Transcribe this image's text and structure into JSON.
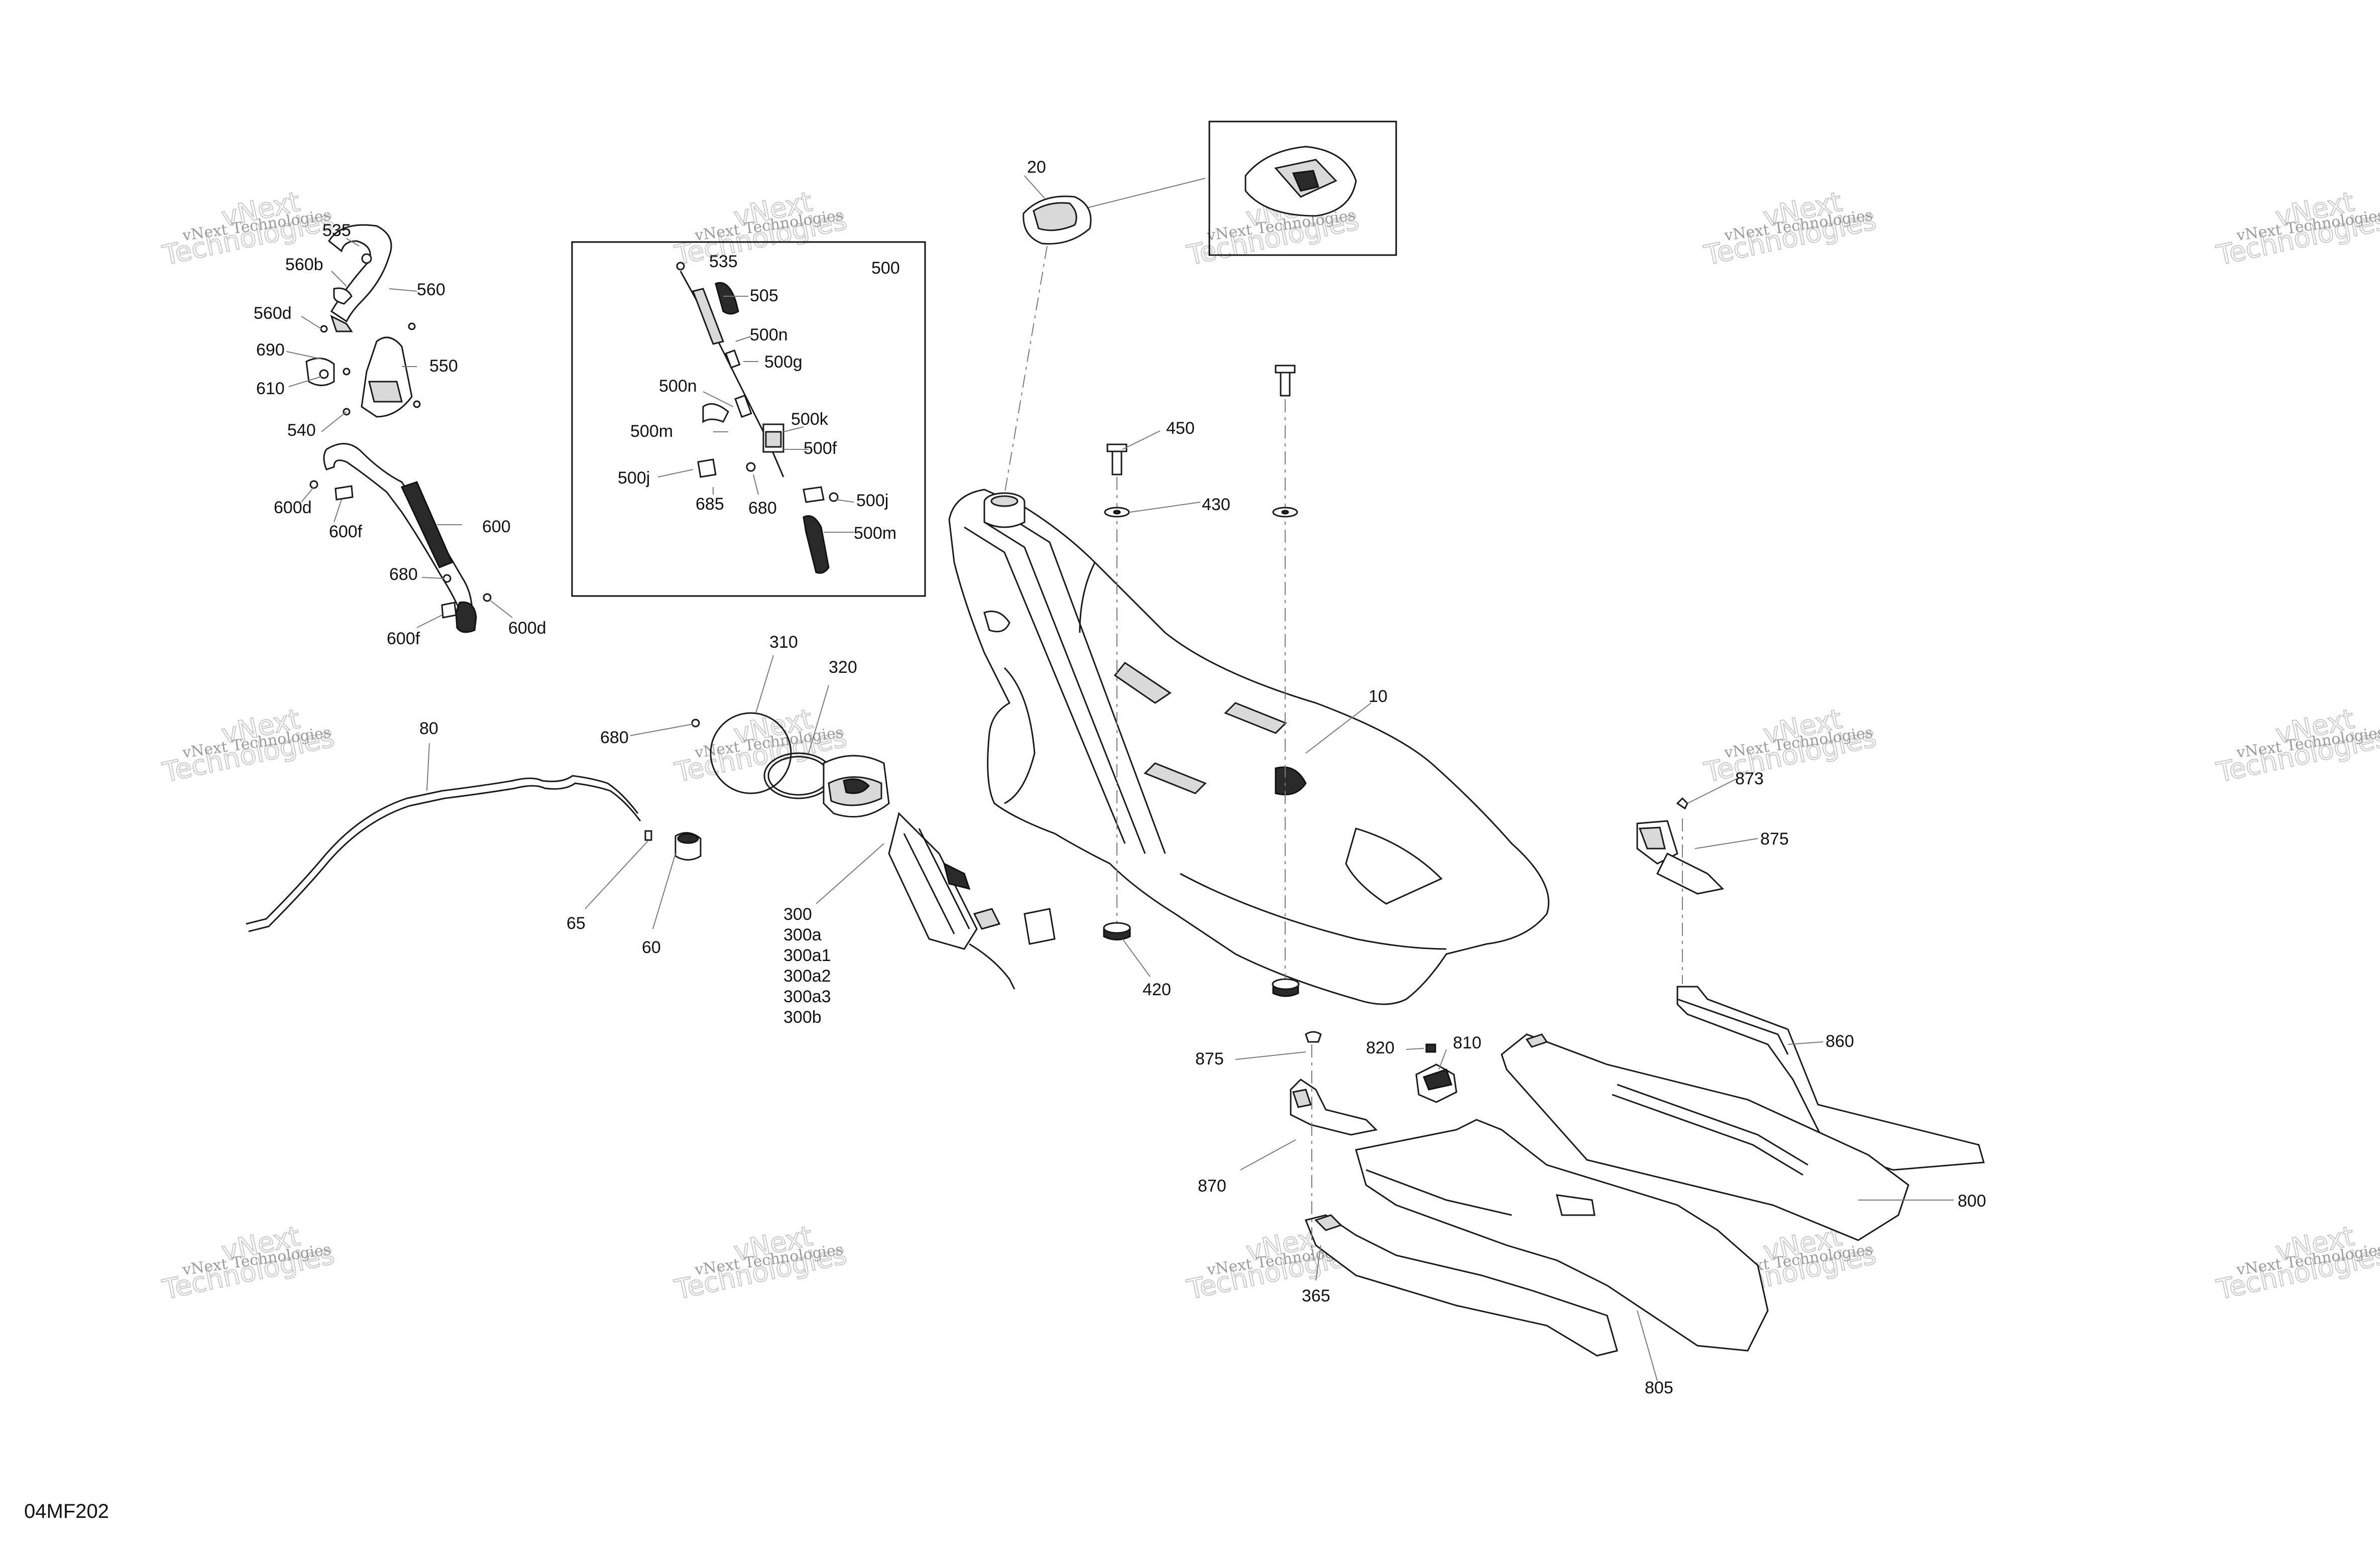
{
  "diagram_code": "04MF202",
  "watermark_line1": "vNext Technologies",
  "watermark_line2": "Technologies",
  "watermark_small": "vNext",
  "labels": {
    "l20": "20",
    "l535a": "535",
    "l560b": "560b",
    "l560": "560",
    "l560d": "560d",
    "l690": "690",
    "l610": "610",
    "l550": "550",
    "l540": "540",
    "l600d_a": "600d",
    "l600f_a": "600f",
    "l600": "600",
    "l680_a": "680",
    "l600f_b": "600f",
    "l600d_b": "600d",
    "l535b": "535",
    "l500": "500",
    "l505": "505",
    "l500n_a": "500n",
    "l500g": "500g",
    "l500n_b": "500n",
    "l500k": "500k",
    "l500m_a": "500m",
    "l500f": "500f",
    "l500j_a": "500j",
    "l685": "685",
    "l680_b": "680",
    "l500j_b": "500j",
    "l500m_b": "500m",
    "l450": "450",
    "l430": "430",
    "l10": "10",
    "l310": "310",
    "l320": "320",
    "l680_c": "680",
    "l80": "80",
    "l65": "65",
    "l60": "60",
    "l300": "300",
    "l300a": "300a",
    "l300a1": "300a1",
    "l300a2": "300a2",
    "l300a3": "300a3",
    "l300b": "300b",
    "l420": "420",
    "l873": "873",
    "l875_a": "875",
    "l875_b": "875",
    "l820": "820",
    "l810": "810",
    "l860": "860",
    "l870": "870",
    "l800": "800",
    "l365": "365",
    "l805": "805"
  }
}
